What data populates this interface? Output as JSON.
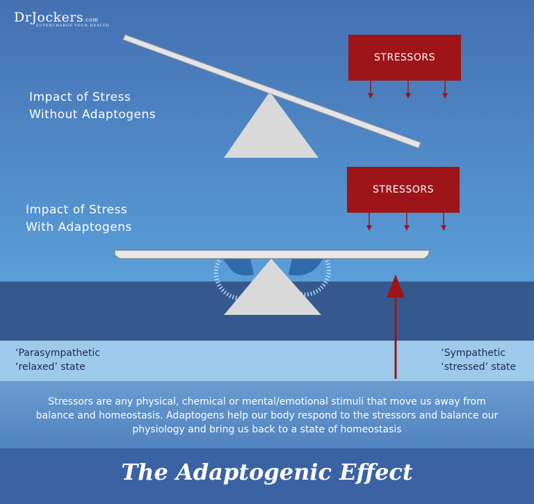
{
  "logo": {
    "name": "DrJockers",
    "suffix": ".com",
    "tagline": "SUPERCHARGE YOUR HEALTH"
  },
  "top_label": {
    "line1": "Impact of Stress",
    "line2": "Without Adaptogens"
  },
  "bottom_label": {
    "line1": "Impact of Stress",
    "line2": "With Adaptogens"
  },
  "stressors_top": "STRESSORS",
  "stressors_bottom": "STRESSORS",
  "left_state": {
    "line1": "‘Parasympathetic",
    "line2": "‘relaxed’ state"
  },
  "right_state": {
    "line1": "‘Sympathetic",
    "line2": "‘stressed’ state"
  },
  "description": "Stressors are any physical, chemical or mental/emotional stimuli that move us away from balance and homeostasis. Adaptogens help our body respond to the stressors and balance our physiology and bring us back to a state of homeostasis",
  "title": "The Adaptogenic Effect",
  "colors": {
    "stressor": "#9d1519",
    "arrow": "#9d1519"
  }
}
